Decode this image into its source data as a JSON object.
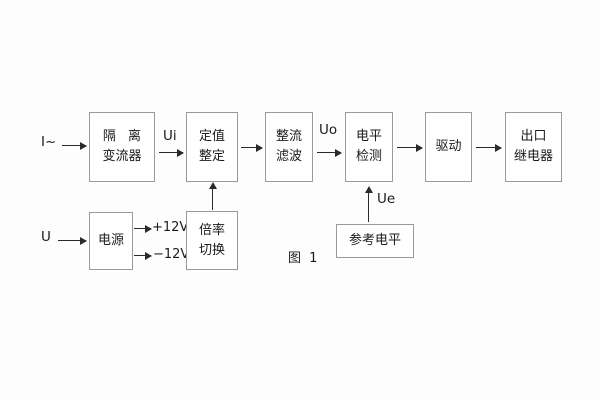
{
  "figure": {
    "caption": "图 1",
    "background_color": "#fdfdfd",
    "box_border_color": "#9a9a9a",
    "line_color": "#2a2a2a"
  },
  "inputs": [
    {
      "id": "current-input",
      "label": "I~"
    },
    {
      "id": "voltage-input",
      "label": "U"
    }
  ],
  "blocks": [
    {
      "id": "isolation-transformer",
      "line1": "隔 离",
      "line2": "变流器"
    },
    {
      "id": "setting-value",
      "line1": "定值",
      "line2": "整定"
    },
    {
      "id": "rectify-filter",
      "line1": "整流",
      "line2": "滤波"
    },
    {
      "id": "level-detection",
      "line1": "电平",
      "line2": "检测"
    },
    {
      "id": "drive",
      "line1": "驱动",
      "line2": ""
    },
    {
      "id": "output-relay",
      "line1": "出口",
      "line2": "继电器"
    },
    {
      "id": "power-supply",
      "line1": "电源",
      "line2": ""
    },
    {
      "id": "multiplier-switch",
      "line1": "倍率",
      "line2": "切换"
    },
    {
      "id": "reference-level",
      "line1": "参考电平",
      "line2": ""
    }
  ],
  "signals": [
    {
      "id": "ui",
      "label": "Ui"
    },
    {
      "id": "uo",
      "label": "Uo"
    },
    {
      "id": "ue",
      "label": "Ue"
    }
  ],
  "power_rails": [
    {
      "id": "rail-positive",
      "label": "+12V"
    },
    {
      "id": "rail-negative",
      "label": "−12V"
    }
  ]
}
